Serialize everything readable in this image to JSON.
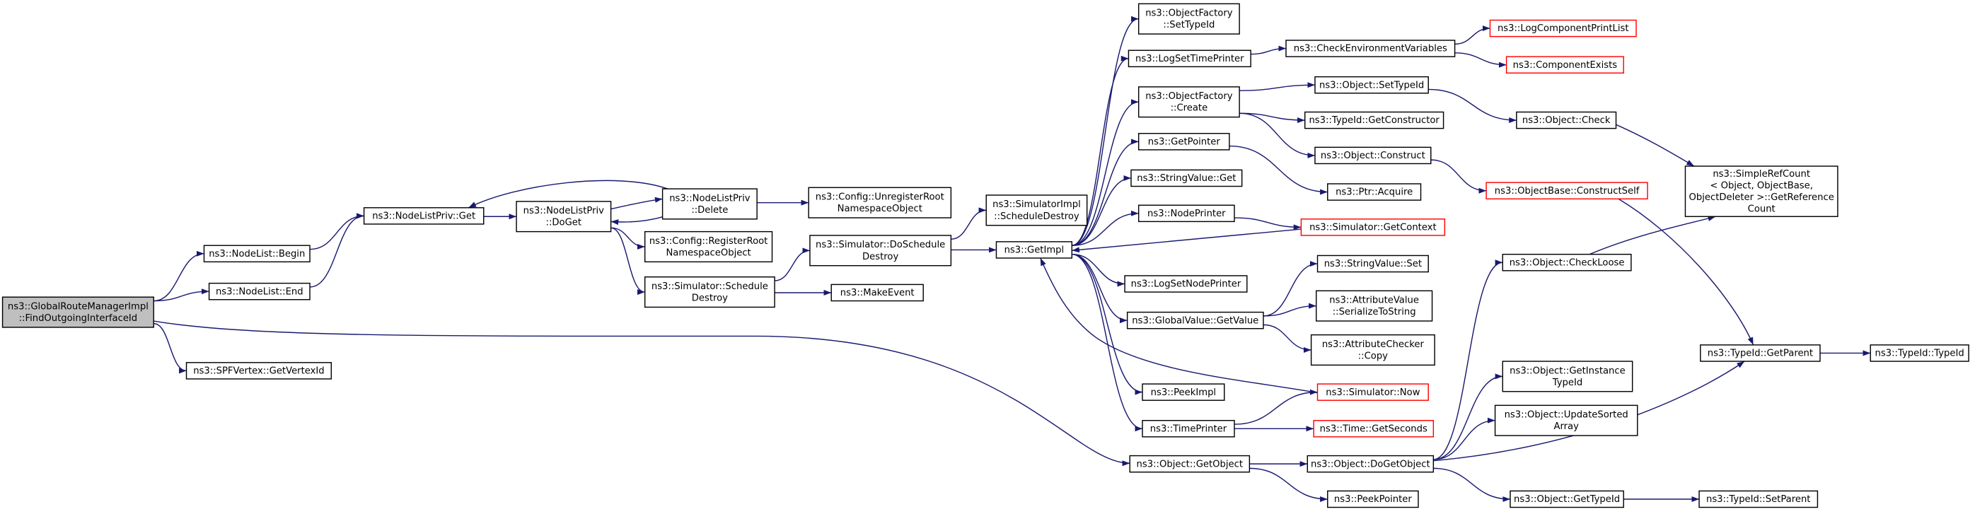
{
  "colors": {
    "edge": "#191970",
    "node_border": "#000000",
    "truncated_border": "#ff0000",
    "node_fill": "#ffffff",
    "current_fill": "#bfbfbf",
    "text": "#000000"
  },
  "graph": {
    "nodes": [
      {
        "lines": [
          "ns3::GlobalRouteManagerImpl",
          "::FindOutgoingInterfaceId"
        ],
        "current": true,
        "calls": [
          1,
          2,
          3,
          24
        ]
      },
      {
        "lines": [
          "ns3::NodeList::Begin"
        ],
        "calls": [
          4
        ]
      },
      {
        "lines": [
          "ns3::NodeList::End"
        ],
        "calls": [
          4
        ]
      },
      {
        "lines": [
          "ns3::SPFVertex::GetVertexId"
        ],
        "calls": []
      },
      {
        "lines": [
          "ns3::NodeListPriv::Get"
        ],
        "calls": [
          5
        ]
      },
      {
        "lines": [
          "ns3::NodeListPriv",
          "::DoGet"
        ],
        "calls": [
          6,
          7,
          8
        ]
      },
      {
        "lines": [
          "ns3::NodeListPriv",
          "::Delete"
        ],
        "calls": [
          9,
          4,
          5
        ]
      },
      {
        "lines": [
          "ns3::Config::RegisterRoot",
          "NamespaceObject"
        ],
        "calls": []
      },
      {
        "lines": [
          "ns3::Simulator::Schedule",
          "Destroy"
        ],
        "calls": [
          10,
          11
        ]
      },
      {
        "lines": [
          "ns3::Config::UnregisterRoot",
          "NamespaceObject"
        ],
        "calls": []
      },
      {
        "lines": [
          "ns3::Simulator::DoSchedule",
          "Destroy"
        ],
        "calls": [
          12,
          13
        ]
      },
      {
        "lines": [
          "ns3::MakeEvent"
        ],
        "calls": []
      },
      {
        "lines": [
          "ns3::SimulatorImpl",
          "::ScheduleDestroy"
        ],
        "calls": []
      },
      {
        "lines": [
          "ns3::GetImpl"
        ],
        "calls": [
          14,
          15,
          16,
          17,
          18,
          19,
          20,
          21,
          22,
          23
        ]
      },
      {
        "lines": [
          "ns3::ObjectFactory",
          "::SetTypeId"
        ],
        "calls": []
      },
      {
        "lines": [
          "ns3::LogSetTimePrinter"
        ],
        "calls": [
          25
        ]
      },
      {
        "lines": [
          "ns3::ObjectFactory",
          "::Create"
        ],
        "calls": [
          26,
          27,
          28
        ]
      },
      {
        "lines": [
          "ns3::GetPointer"
        ],
        "calls": [
          29
        ]
      },
      {
        "lines": [
          "ns3::StringValue::Get"
        ],
        "calls": []
      },
      {
        "lines": [
          "ns3::NodePrinter"
        ],
        "calls": [
          30
        ]
      },
      {
        "lines": [
          "ns3::LogSetNodePrinter"
        ],
        "calls": []
      },
      {
        "lines": [
          "ns3::GlobalValue::GetValue"
        ],
        "calls": [
          31,
          32,
          33
        ]
      },
      {
        "lines": [
          "ns3::PeekImpl"
        ],
        "calls": []
      },
      {
        "lines": [
          "ns3::TimePrinter"
        ],
        "calls": [
          34,
          35
        ]
      },
      {
        "lines": [
          "ns3::Object::GetObject"
        ],
        "calls": [
          36,
          37
        ]
      },
      {
        "lines": [
          "ns3::CheckEnvironmentVariables"
        ],
        "calls": [
          38,
          39
        ]
      },
      {
        "lines": [
          "ns3::Object::SetTypeId"
        ],
        "calls": [
          40
        ]
      },
      {
        "lines": [
          "ns3::TypeId::GetConstructor"
        ],
        "calls": []
      },
      {
        "lines": [
          "ns3::Object::Construct"
        ],
        "calls": [
          41
        ]
      },
      {
        "lines": [
          "ns3::Ptr::Acquire"
        ],
        "calls": []
      },
      {
        "lines": [
          "ns3::Simulator::GetContext"
        ],
        "truncated": true,
        "calls": [
          13
        ]
      },
      {
        "lines": [
          "ns3::StringValue::Set"
        ],
        "calls": []
      },
      {
        "lines": [
          "ns3::AttributeValue",
          "::SerializeToString"
        ],
        "calls": []
      },
      {
        "lines": [
          "ns3::AttributeChecker",
          "::Copy"
        ],
        "calls": []
      },
      {
        "lines": [
          "ns3::Simulator::Now"
        ],
        "truncated": true,
        "calls": [
          13
        ]
      },
      {
        "lines": [
          "ns3::Time::GetSeconds"
        ],
        "truncated": true,
        "calls": []
      },
      {
        "lines": [
          "ns3::Object::DoGetObject"
        ],
        "calls": [
          42,
          43,
          44,
          45,
          47
        ]
      },
      {
        "lines": [
          "ns3::PeekPointer"
        ],
        "calls": []
      },
      {
        "lines": [
          "ns3::LogComponentPrintList"
        ],
        "truncated": true,
        "calls": []
      },
      {
        "lines": [
          "ns3::ComponentExists"
        ],
        "truncated": true,
        "calls": []
      },
      {
        "lines": [
          "ns3::Object::Check"
        ],
        "calls": [
          46
        ]
      },
      {
        "lines": [
          "ns3::ObjectBase::ConstructSelf"
        ],
        "truncated": true,
        "calls": [
          47
        ]
      },
      {
        "lines": [
          "ns3::Object::CheckLoose"
        ],
        "calls": [
          46
        ]
      },
      {
        "lines": [
          "ns3::Object::GetInstance",
          "TypeId"
        ],
        "calls": []
      },
      {
        "lines": [
          "ns3::Object::UpdateSorted",
          "Array"
        ],
        "calls": []
      },
      {
        "lines": [
          "ns3::Object::GetTypeId"
        ],
        "calls": [
          48
        ]
      },
      {
        "lines": [
          "ns3::SimpleRefCount",
          "< Object, ObjectBase,",
          "ObjectDeleter >::GetReference",
          "Count"
        ],
        "calls": []
      },
      {
        "lines": [
          "ns3::TypeId::GetParent"
        ],
        "calls": [
          49
        ]
      },
      {
        "lines": [
          "ns3::TypeId::SetParent"
        ],
        "calls": []
      },
      {
        "lines": [
          "ns3::TypeId::TypeId"
        ],
        "calls": []
      }
    ]
  }
}
